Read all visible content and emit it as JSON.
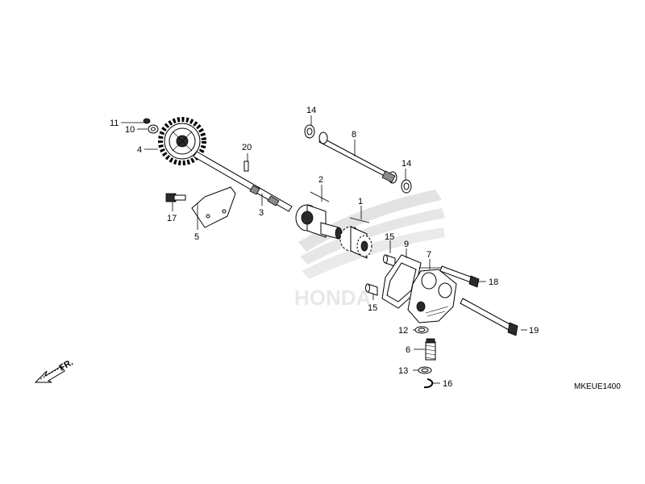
{
  "callouts": {
    "p1": "1",
    "p2": "2",
    "p3": "3",
    "p4": "4",
    "p5": "5",
    "p6": "6",
    "p7": "7",
    "p8": "8",
    "p9": "9",
    "p10": "10",
    "p11": "11",
    "p12": "12",
    "p13": "13",
    "p14a": "14",
    "p14b": "14",
    "p15a": "15",
    "p15b": "15",
    "p16": "16",
    "p17": "17",
    "p18": "18",
    "p19": "19",
    "p20": "20"
  },
  "diagram_code": "MKEUE1400",
  "direction_label": "FR.",
  "watermark_text": "HONDA",
  "colors": {
    "ink": "#000000",
    "watermark": "#d9d9d9",
    "background": "#ffffff"
  }
}
